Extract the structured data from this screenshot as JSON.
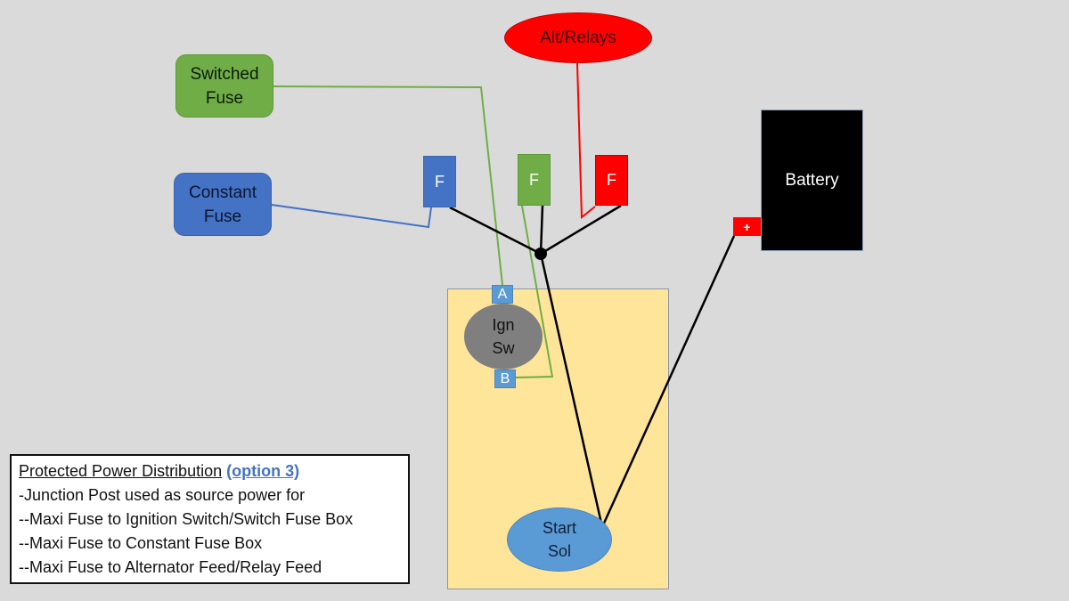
{
  "diagram": {
    "nodes": {
      "switched_fuse": {
        "line1": "Switched",
        "line2": "Fuse",
        "color": "#70ad47"
      },
      "constant_fuse": {
        "line1": "Constant",
        "line2": "Fuse",
        "color": "#4472c4"
      },
      "alt_relays": {
        "label": "Alt/Relays",
        "color": "#ff0000"
      },
      "fuse_blue": {
        "label": "F",
        "color": "#4472c4"
      },
      "fuse_green": {
        "label": "F",
        "color": "#70ad47"
      },
      "fuse_red": {
        "label": "F",
        "color": "#ff0000"
      },
      "battery": {
        "label": "Battery",
        "color": "#000000"
      },
      "battery_positive": {
        "label": "+",
        "color": "#ff0000"
      },
      "ign_switch": {
        "line1": "Ign",
        "line2": "Sw",
        "color": "#7f7f7f"
      },
      "terminal_a": {
        "label": "A"
      },
      "terminal_b": {
        "label": "B"
      },
      "start_solenoid": {
        "line1": "Start",
        "line2": "Sol",
        "color": "#5b9bd5"
      },
      "panel": {
        "color": "#ffe599"
      }
    },
    "connections": [
      {
        "from": "switched_fuse",
        "to": "terminal_a",
        "color": "#70ad47"
      },
      {
        "from": "constant_fuse",
        "to": "fuse_blue",
        "color": "#4472c4"
      },
      {
        "from": "alt_relays",
        "to": "fuse_red",
        "color": "#ff0000"
      },
      {
        "from": "fuse_blue",
        "to": "junction",
        "color": "#000000"
      },
      {
        "from": "fuse_green",
        "to": "junction",
        "color": "#000000"
      },
      {
        "from": "fuse_red",
        "to": "junction",
        "color": "#000000"
      },
      {
        "from": "fuse_green",
        "to": "terminal_b",
        "color": "#70ad47"
      },
      {
        "from": "junction",
        "to": "start_solenoid",
        "color": "#000000"
      },
      {
        "from": "battery_positive",
        "to": "start_solenoid",
        "color": "#000000"
      }
    ]
  },
  "legend": {
    "title": "Protected Power Distribution",
    "option": "(option 3)",
    "lines": [
      "-Junction Post used as source power for",
      "--Maxi Fuse to Ignition Switch/Switch Fuse Box",
      "--Maxi Fuse to Constant Fuse Box",
      "--Maxi Fuse to Alternator Feed/Relay Feed"
    ]
  }
}
